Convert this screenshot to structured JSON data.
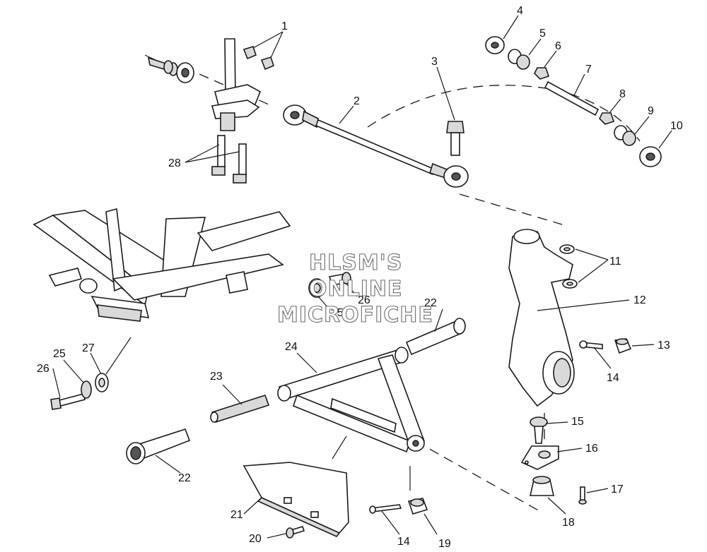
{
  "watermark": {
    "line1": "HLSM'S",
    "line2": "ONLINE",
    "line3": "MICROFICHE"
  },
  "callouts": [
    {
      "id": "c1",
      "label": "1"
    },
    {
      "id": "c2",
      "label": "2"
    },
    {
      "id": "c3",
      "label": "3"
    },
    {
      "id": "c4",
      "label": "4"
    },
    {
      "id": "c5",
      "label": "5"
    },
    {
      "id": "c6",
      "label": "6"
    },
    {
      "id": "c7",
      "label": "7"
    },
    {
      "id": "c8",
      "label": "8"
    },
    {
      "id": "c9",
      "label": "9"
    },
    {
      "id": "c10",
      "label": "10"
    },
    {
      "id": "c11",
      "label": "11"
    },
    {
      "id": "c12",
      "label": "12"
    },
    {
      "id": "c13",
      "label": "13"
    },
    {
      "id": "c14a",
      "label": "14"
    },
    {
      "id": "c14b",
      "label": "14"
    },
    {
      "id": "c15",
      "label": "15"
    },
    {
      "id": "c16",
      "label": "16"
    },
    {
      "id": "c17",
      "label": "17"
    },
    {
      "id": "c18",
      "label": "18"
    },
    {
      "id": "c19",
      "label": "19"
    },
    {
      "id": "c20",
      "label": "20"
    },
    {
      "id": "c21",
      "label": "21"
    },
    {
      "id": "c22a",
      "label": "22"
    },
    {
      "id": "c22b",
      "label": "22"
    },
    {
      "id": "c23",
      "label": "23"
    },
    {
      "id": "c24",
      "label": "24"
    },
    {
      "id": "c25a",
      "label": "25"
    },
    {
      "id": "c25b",
      "label": "25"
    },
    {
      "id": "c26a",
      "label": "26"
    },
    {
      "id": "c26b",
      "label": "26"
    },
    {
      "id": "c27",
      "label": "27"
    },
    {
      "id": "c28",
      "label": "28"
    }
  ]
}
